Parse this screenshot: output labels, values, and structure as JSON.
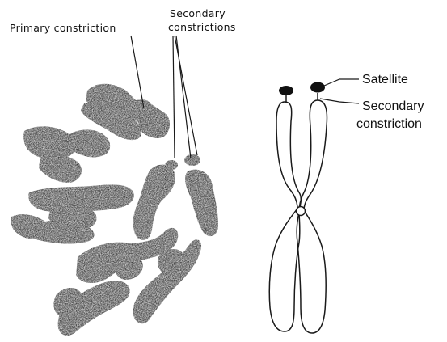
{
  "labels": {
    "primary_constriction": "Primary constriction",
    "secondary_constrictions_line1": "Secondary",
    "secondary_constrictions_line2": "constrictions",
    "satellite": "Satellite",
    "secondary_constriction_line1": "Secondary",
    "secondary_constriction_line2": "constriction"
  }
}
